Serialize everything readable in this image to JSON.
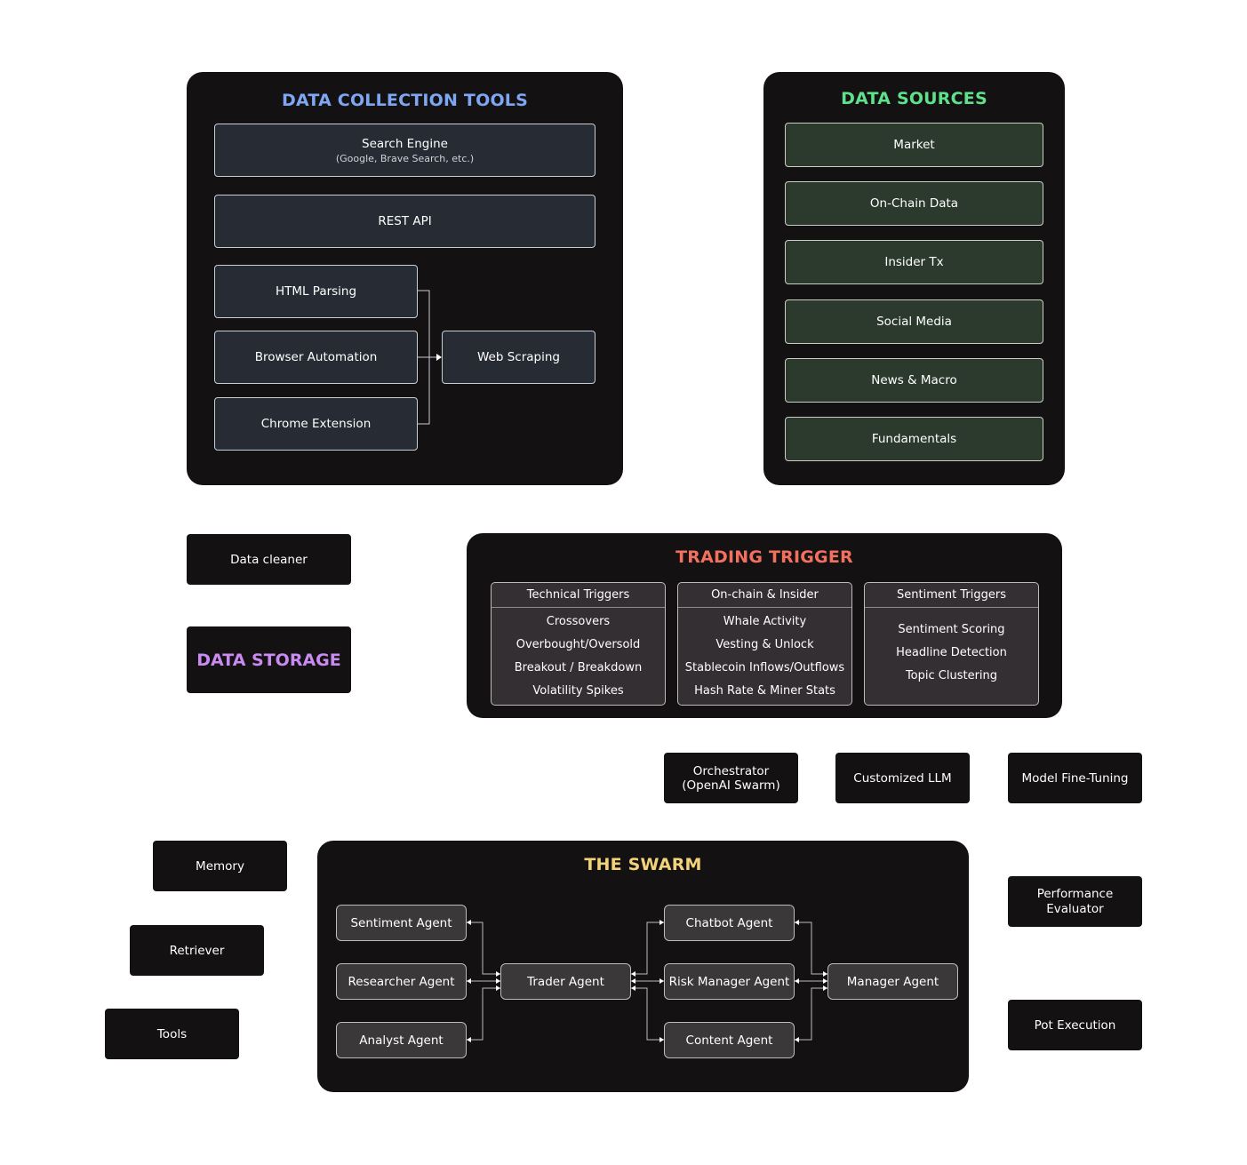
{
  "data_collection": {
    "title": "DATA COLLECTION TOOLS",
    "search_engine": {
      "label": "Search Engine",
      "sub": "(Google, Brave Search, etc.)"
    },
    "rest_api": "REST API",
    "html_parsing": "HTML Parsing",
    "browser_automation": "Browser Automation",
    "chrome_extension": "Chrome Extension",
    "web_scraping": "Web Scraping"
  },
  "data_sources": {
    "title": "DATA SOURCES",
    "items": [
      "Market",
      "On-Chain Data",
      "Insider Tx",
      "Social Media",
      "News & Macro",
      "Fundamentals"
    ]
  },
  "data_cleaner": "Data cleaner",
  "data_storage": "DATA STORAGE",
  "trading_trigger": {
    "title": "TRADING TRIGGER",
    "columns": [
      {
        "header": "Technical Triggers",
        "items": [
          "Crossovers",
          "Overbought/Oversold",
          "Breakout / Breakdown",
          "Volatility Spikes"
        ]
      },
      {
        "header": "On-chain & Insider",
        "items": [
          "Whale Activity",
          "Vesting & Unlock",
          "Stablecoin Inflows/Outflows",
          "Hash Rate & Miner Stats"
        ]
      },
      {
        "header": "Sentiment Triggers",
        "items": [
          "Sentiment Scoring",
          "Headline Detection",
          "Topic Clustering"
        ]
      }
    ]
  },
  "orchestrator": {
    "line1": "Orchestrator",
    "line2": "(OpenAI Swarm)"
  },
  "customized_llm": "Customized LLM",
  "model_fine_tuning": "Model Fine-Tuning",
  "memory": "Memory",
  "retriever": "Retriever",
  "tools": "Tools",
  "performance_evaluator": {
    "line1": "Performance",
    "line2": "Evaluator"
  },
  "pot_execution": "Pot Execution",
  "swarm": {
    "title": "THE SWARM",
    "sentiment_agent": "Sentiment Agent",
    "researcher_agent": "Researcher Agent",
    "analyst_agent": "Analyst Agent",
    "trader_agent": "Trader Agent",
    "chatbot_agent": "Chatbot Agent",
    "risk_manager_agent": "Risk Manager Agent",
    "content_agent": "Content Agent",
    "manager_agent": "Manager Agent"
  },
  "colors": {
    "collection_title": "#7fa6f2",
    "sources_title": "#5fe08a",
    "trigger_title": "#f2705e",
    "storage_title": "#c98af2",
    "swarm_title": "#f2d27a"
  }
}
